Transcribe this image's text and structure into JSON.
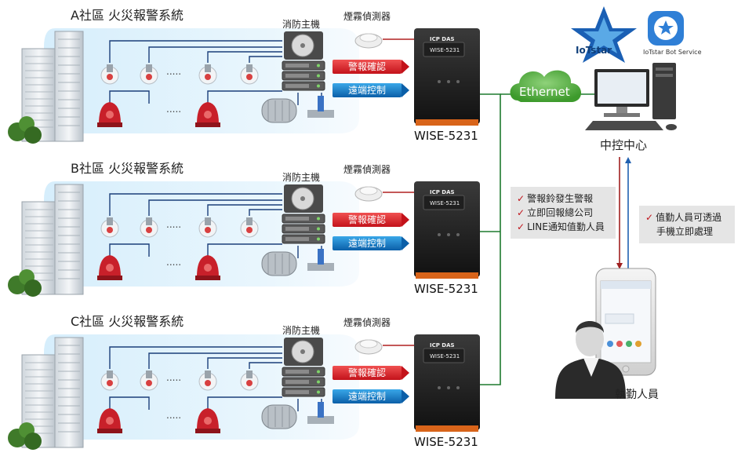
{
  "systems": [
    {
      "title": "A社區  火災報警系統",
      "panel_label": "消防主機",
      "smoke_label": "煙霧偵測器",
      "alarm_button": "警報確認",
      "remote_button": "遠端控制",
      "device_label": "WISE-5231",
      "dots": "....."
    },
    {
      "title": "B社區  火災報警系統",
      "panel_label": "消防主機",
      "smoke_label": "煙霧偵測器",
      "alarm_button": "警報確認",
      "remote_button": "遠端控制",
      "device_label": "WISE-5231",
      "dots": "....."
    },
    {
      "title": "C社區  火災報警系統",
      "panel_label": "消防主機",
      "smoke_label": "煙霧偵測器",
      "alarm_button": "警報確認",
      "remote_button": "遠端控制",
      "device_label": "WISE-5231",
      "dots": "....."
    }
  ],
  "device_face": {
    "brand": "ICP DAS",
    "model": "WISE-5231"
  },
  "network": {
    "label": "Ethernet"
  },
  "iotstar": {
    "logo_text": "IoTstar",
    "bot_text": "IoTstar Bot Service"
  },
  "control_center": {
    "label": "中控中心"
  },
  "notifications": {
    "items": [
      "警報鈴發生警報",
      "立即回報總公司",
      "LINE通知值勤人員"
    ],
    "staff_note": [
      "值勤人員可透過",
      "手機立即處理"
    ]
  },
  "staff": {
    "label": "執勤人員"
  },
  "colors": {
    "alarm": "#c3121a",
    "remote": "#0b5fa8",
    "network_line": "#1e7a2e",
    "cloud": "#4caf50"
  }
}
